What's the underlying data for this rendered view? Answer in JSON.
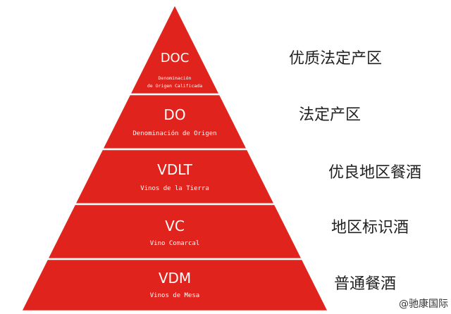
{
  "colors": {
    "tier_fill": "#e0231c",
    "divider": "#ffffff",
    "label_text": "#222222"
  },
  "tiers": [
    {
      "code": "DOC",
      "subtitle_lines": [
        "Denominación",
        "de Origen Calificada"
      ],
      "label": "优质法定产区"
    },
    {
      "code": "DO",
      "subtitle_lines": [
        "Denominación de Origen"
      ],
      "label": "法定产区"
    },
    {
      "code": "VDLT",
      "subtitle_lines": [
        "Vinos de la Tierra"
      ],
      "label": "优良地区餐酒"
    },
    {
      "code": "VC",
      "subtitle_lines": [
        "Vino Comarcal"
      ],
      "label": "地区标识酒"
    },
    {
      "code": "VDM",
      "subtitle_lines": [
        "Vinos de Mesa"
      ],
      "label": "普通餐酒"
    }
  ],
  "watermark": "@驰康国际"
}
